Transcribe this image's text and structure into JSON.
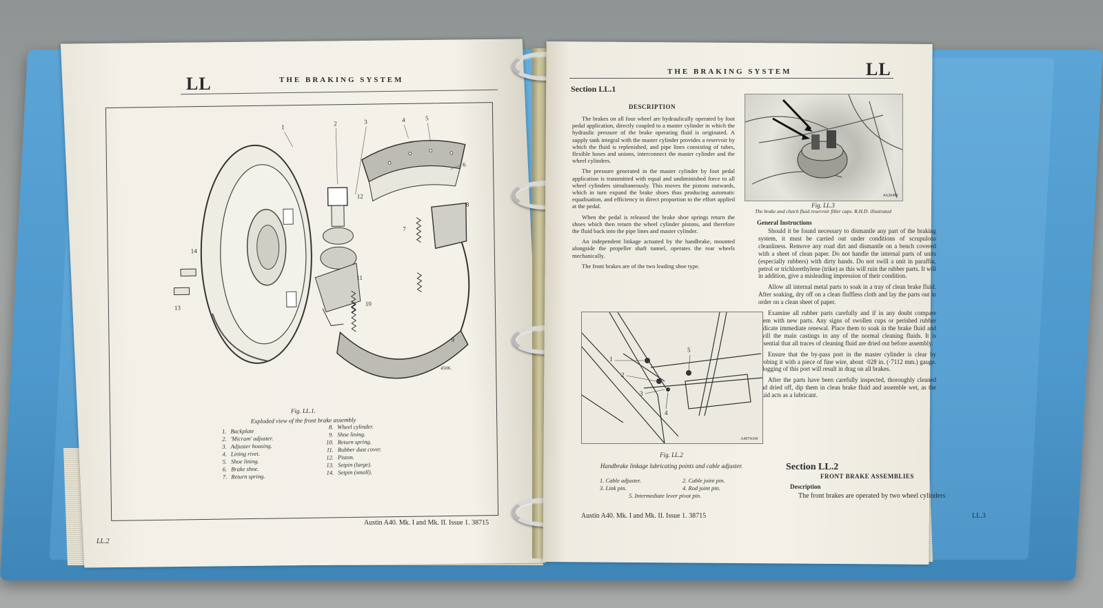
{
  "left_page": {
    "code": "LL",
    "title": "THE BRAKING SYSTEM",
    "figure_caption": "Fig. LL.1.",
    "figure_subcaption": "Exploded view of the front brake assembly",
    "drawing_ref": "4506.",
    "callouts": [
      "1",
      "2",
      "3",
      "4",
      "5",
      "6",
      "7",
      "8",
      "9",
      "10",
      "11",
      "12",
      "13",
      "14"
    ],
    "legend_left": [
      {
        "n": "1.",
        "t": "Backplate"
      },
      {
        "n": "2.",
        "t": "'Micram' adjuster."
      },
      {
        "n": "3.",
        "t": "Adjuster housing."
      },
      {
        "n": "4.",
        "t": "Lining rivet."
      },
      {
        "n": "5.",
        "t": "Shoe lining."
      },
      {
        "n": "6.",
        "t": "Brake shoe."
      },
      {
        "n": "7.",
        "t": "Return spring."
      }
    ],
    "legend_right": [
      {
        "n": "8.",
        "t": "Wheel cylinder."
      },
      {
        "n": "9.",
        "t": "Shoe lining."
      },
      {
        "n": "10.",
        "t": "Return spring."
      },
      {
        "n": "11.",
        "t": "Rubber dust cover."
      },
      {
        "n": "12.",
        "t": "Piston."
      },
      {
        "n": "13.",
        "t": "Setpin (large)."
      },
      {
        "n": "14.",
        "t": "Setpin (small)."
      }
    ],
    "page_no": "LL.2",
    "footer": "Austin A40. Mk. I and Mk. II. Issue 1. 38715"
  },
  "right_page": {
    "code": "LL",
    "title": "THE BRAKING SYSTEM",
    "section1": "Section LL.1",
    "description_heading": "DESCRIPTION",
    "desc_p1": "The brakes on all four wheel are hydraulically operated by foot pedal application, directly coupled to a master cylinder in which the hydraulic pressure of the brake operating fluid is originated. A supply tank integral with the master cylinder provides a reservoir by which the fluid is replenished, and pipe lines consisting of tubes, flexible hoses and unions, interconnect the master cylinder and the wheel cylinders.",
    "desc_p2": "The pressure generated in the master cylinder by foot pedal application is transmitted with equal and undiminished force to all wheel cylinders simultaneously. This moves the pistons outwards, which in turn expand the brake shoes thus producing automatic equalisation, and efficiency in direct proportion to the effort applied at the pedal.",
    "desc_p3": "When the pedal is released the brake shoe springs return the shoes which then return the wheel cylinder pistons, and therefore the fluid back into the pipe lines and master cylinder.",
    "desc_p4": "An independent linkage actuated by the handbrake, mounted alongside the propeller shaft tunnel, operates the rear wheels mechanically.",
    "desc_p5": "The front brakes are of the two leading shoe type.",
    "photo_ref": "4A264W",
    "fig3_caption": "Fig. LL.3",
    "fig3_sub": "The brake and clutch fluid reservoir filler caps. R.H.D. illustrated",
    "general_heading": "General Instructions",
    "gen_p1": "Should it be found necessary to dismantle any part of the braking system, it must be carried out under conditions of scrupulous cleanliness. Remove any road dirt and dismantle on a bench covered with a sheet of clean paper. Do not handle the internal parts of units (especially rubbers) with dirty hands. Do not swill a unit in paraffin, petrol or trichlorethylene (trike) as this will ruin the rubber parts. It will in addition, give a misleading impression of their condition.",
    "gen_p2": "Allow all internal metal parts to soak in a tray of clean brake fluid. After soaking, dry off on a clean fluffless cloth and lay the parts out in order on a clean sheet of paper.",
    "gen_p3": "Examine all rubber parts carefully and if in any doubt compare them with new parts. Any signs of swollen cups or perished rubber indicate immediate renewal. Place them to soak in the brake fluid and swill the main castings in any of the normal cleaning fluids. It is essential that all traces of cleaning fluid are dried out before assembly.",
    "gen_p4": "Ensure that the by-pass port in the master cylinder is clear by probing it with a piece of fine wire, about ·028 in. (·7112 mm.) gauge. Clogging of this port will result in drag on all brakes.",
    "gen_p5": "After the parts have been carefully inspected, thoroughly cleaned and dried off, dip them in clean brake fluid and assemble wet, as the fluid acts as a lubricant.",
    "sketch_ref": "A4974AW",
    "fig2_callouts": [
      "1",
      "2",
      "3",
      "4",
      "5"
    ],
    "fig2_caption": "Fig. LL.2",
    "fig2_sub": "Handbrake linkage lubricating points and cable adjuster.",
    "fig2_legend": [
      {
        "n": "1.",
        "t": "Cable adjuster."
      },
      {
        "n": "2.",
        "t": "Cable joint pin."
      },
      {
        "n": "3.",
        "t": "Link pin."
      },
      {
        "n": "4.",
        "t": "Rod joint pin."
      },
      {
        "n": "5.",
        "t": "Intermediate lever pivot pin."
      }
    ],
    "section2": "Section LL.2",
    "section2_heading": "FRONT BRAKE ASSEMBLIES",
    "section2_sub": "Description",
    "section2_text": "The front brakes are operated by two wheel cylinders",
    "page_no": "LL.3",
    "footer": "Austin A40. Mk. I and Mk. II. Issue 1. 38715"
  }
}
